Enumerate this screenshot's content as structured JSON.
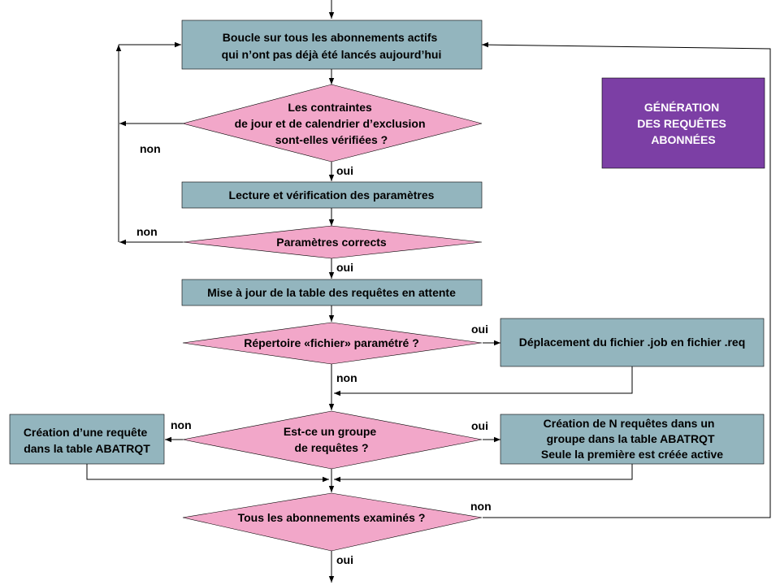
{
  "colors": {
    "process_fill": "#93B5BE",
    "decision_fill": "#F2A7C9",
    "title_fill": "#7C3FA5",
    "line": "#000000"
  },
  "title_box": {
    "lines": [
      "GÉNÉRATION",
      "DES REQUÊTES",
      "ABONNÉES"
    ]
  },
  "nodes": {
    "loop": {
      "lines": [
        "Boucle sur tous les abonnements actifs",
        "qui n’ont pas déjà été lancés aujourd’hui"
      ]
    },
    "check_constraints": {
      "lines": [
        "Les contraintes",
        "de jour et de calendrier d’exclusion",
        "sont-elles vérifiées ?"
      ]
    },
    "read_params": {
      "lines": [
        "Lecture et vérification des paramètres"
      ]
    },
    "params_ok": {
      "lines": [
        "Paramètres corrects"
      ]
    },
    "update_table": {
      "lines": [
        "Mise à jour de la table des requêtes en attente"
      ]
    },
    "dir_param": {
      "lines": [
        "Répertoire «fichier» paramétré ?"
      ]
    },
    "move_file": {
      "lines": [
        "Déplacement du fichier .job en fichier .req"
      ]
    },
    "is_group": {
      "lines": [
        "Est-ce un groupe",
        "de requêtes ?"
      ]
    },
    "create_one": {
      "lines": [
        "Création d’une requête",
        "dans la table ABATRQT"
      ]
    },
    "create_n": {
      "lines": [
        "Création de N requêtes dans un",
        "groupe dans la table ABATRQT",
        "Seule la première est créée active"
      ]
    },
    "all_examined": {
      "lines": [
        "Tous les abonnements examinés ?"
      ]
    }
  },
  "edge_labels": {
    "constraints_no": "non",
    "constraints_yes": "oui",
    "params_no": "non",
    "params_yes": "oui",
    "dir_yes": "oui",
    "dir_no": "non",
    "group_no": "non",
    "group_yes": "oui",
    "all_no": "non",
    "all_yes": "oui"
  }
}
